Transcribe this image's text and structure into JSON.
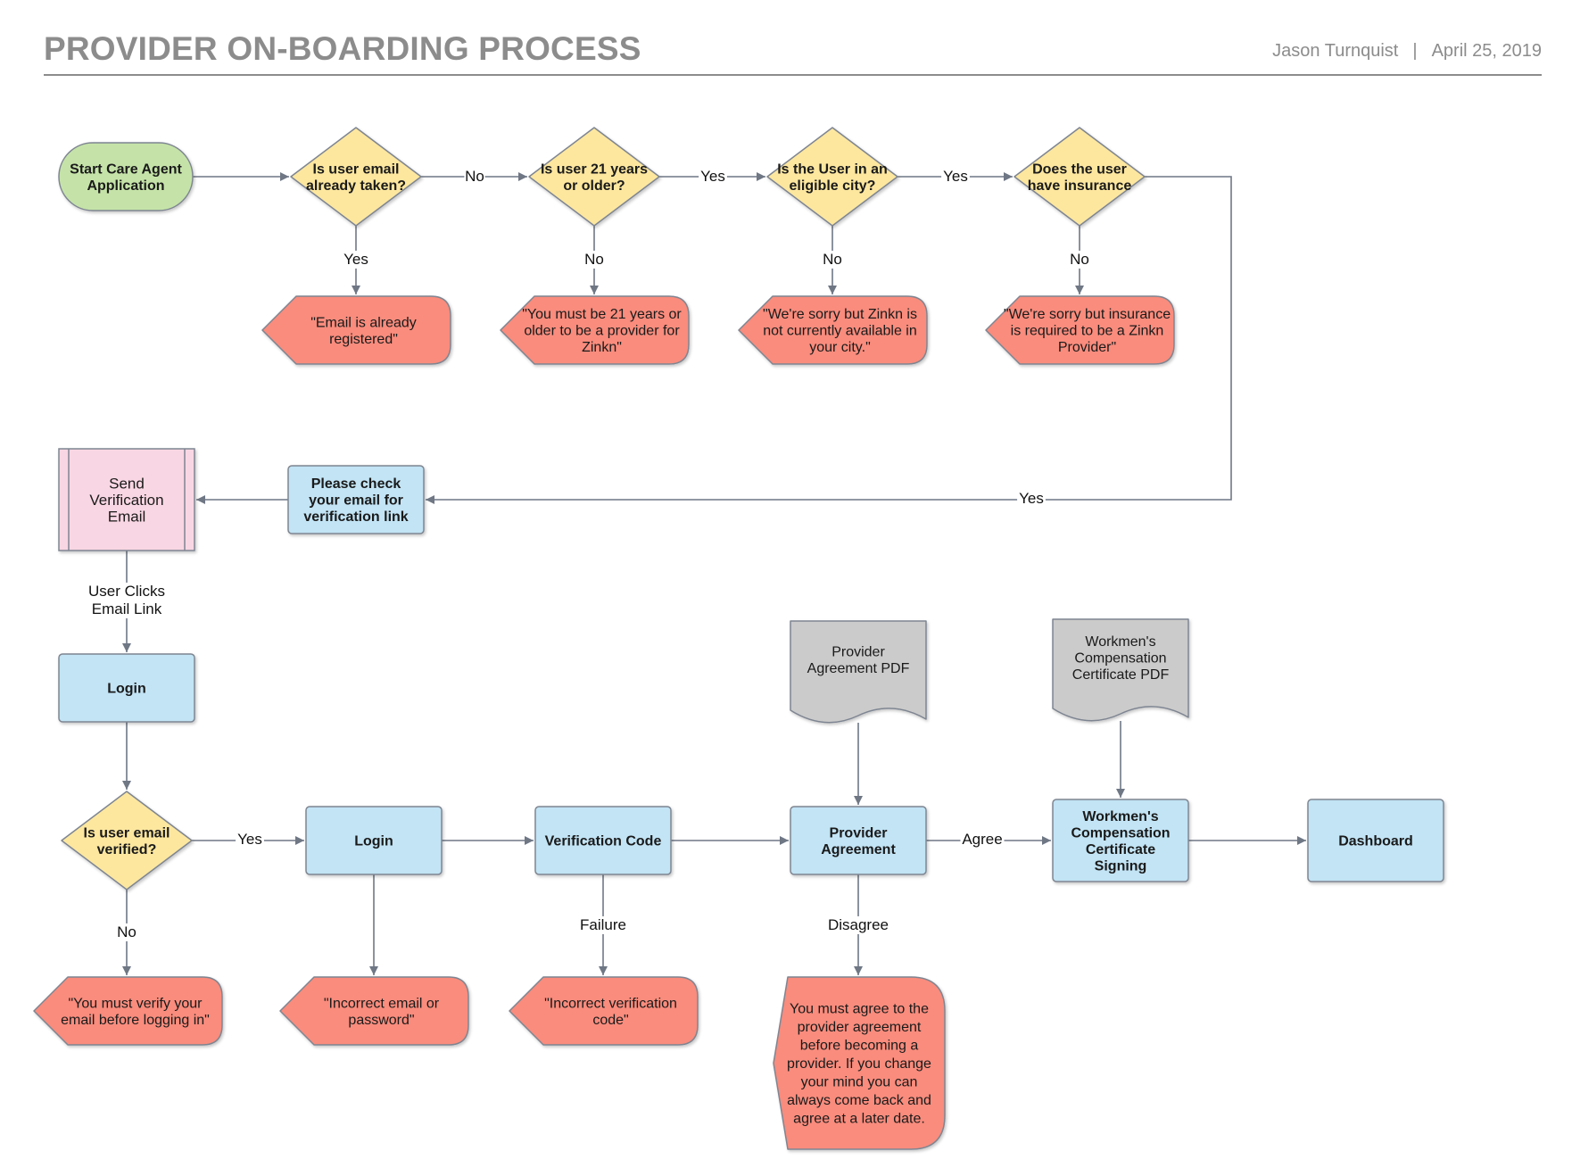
{
  "header": {
    "title": "PROVIDER ON-BOARDING PROCESS",
    "author": "Jason Turnquist",
    "separator": "|",
    "date": "April 25, 2019"
  },
  "colors": {
    "start": "#c5e3a8",
    "decision": "#fde79f",
    "error": "#f98c7d",
    "process": "#c2e4f5",
    "send": "#f9d6e3",
    "document": "#cbcbcb",
    "stroke": "#7e8591",
    "arrow": "#6f7785"
  },
  "nodes": {
    "start": {
      "lines": [
        "Start Care Agent",
        "Application"
      ]
    },
    "q_email_taken": {
      "lines": [
        "Is user email",
        "already taken?"
      ]
    },
    "q_age": {
      "lines": [
        "Is user 21 years",
        "or older?"
      ]
    },
    "q_city": {
      "lines": [
        "Is the User in an",
        "eligible city?"
      ]
    },
    "q_insurance": {
      "lines": [
        "Does the user",
        "have insurance"
      ]
    },
    "err_email_registered": {
      "lines": [
        "\"Email is already",
        "registered\""
      ]
    },
    "err_age": {
      "lines": [
        "\"You must be 21 years or",
        "older to be a provider for",
        "Zinkn\""
      ]
    },
    "err_city": {
      "lines": [
        "\"We're sorry but Zinkn is",
        "not currently available in",
        "your city.\""
      ]
    },
    "err_insurance": {
      "lines": [
        "\"We're sorry but insurance",
        "is required to be a Zinkn",
        "Provider\""
      ]
    },
    "send_verification": {
      "lines": [
        "Send",
        "Verification",
        "Email"
      ]
    },
    "check_email": {
      "lines": [
        "Please check",
        "your email for",
        "verification link"
      ]
    },
    "login_1": {
      "lines": [
        "Login"
      ]
    },
    "q_verified": {
      "lines": [
        "Is user email",
        "verified?"
      ]
    },
    "login_2": {
      "lines": [
        "Login"
      ]
    },
    "verification_code": {
      "lines": [
        "Verification Code"
      ]
    },
    "provider_agreement": {
      "lines": [
        "Provider",
        "Agreement"
      ]
    },
    "workmens_signing": {
      "lines": [
        "Workmen's",
        "Compensation",
        "Certificate",
        "Signing"
      ]
    },
    "dashboard": {
      "lines": [
        "Dashboard"
      ]
    },
    "doc_provider_pdf": {
      "lines": [
        "Provider",
        "Agreement PDF"
      ]
    },
    "doc_workmens_pdf": {
      "lines": [
        "Workmen's",
        "Compensation",
        "Certificate PDF"
      ]
    },
    "err_verify": {
      "lines": [
        "\"You must verify your",
        "email before logging in\""
      ]
    },
    "err_login": {
      "lines": [
        "\"Incorrect email or",
        "password\""
      ]
    },
    "err_code": {
      "lines": [
        "\"Incorrect verification",
        "code\""
      ]
    },
    "err_agreement": {
      "lines": [
        "You must agree to the",
        "provider agreement",
        "before becoming a",
        "provider. If you change",
        "your mind you can",
        "always come back and",
        "agree at a later date."
      ]
    }
  },
  "edge_labels": {
    "yes": "Yes",
    "no": "No",
    "user_clicks": [
      "User Clicks",
      "Email Link"
    ],
    "failure": "Failure",
    "agree": "Agree",
    "disagree": "Disagree"
  }
}
